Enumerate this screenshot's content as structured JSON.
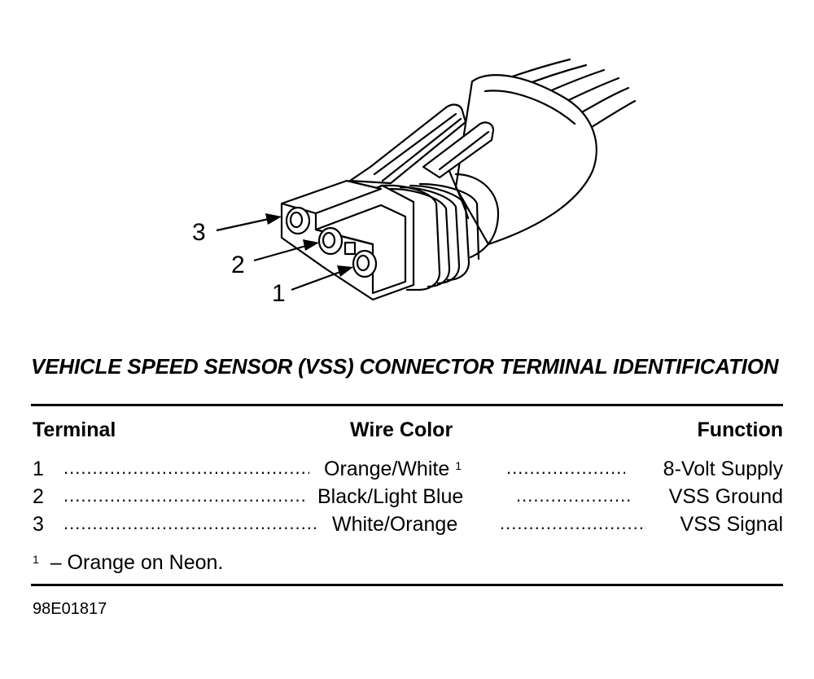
{
  "callouts": [
    "3",
    "2",
    "1"
  ],
  "title": "VEHICLE SPEED SENSOR (VSS) CONNECTOR TERMINAL IDENTIFICATION",
  "table": {
    "headers": {
      "terminal": "Terminal",
      "wire_color": "Wire Color",
      "function": "Function"
    },
    "rows": [
      {
        "terminal": "1",
        "wire_color": "Orange/White",
        "footnote": "1",
        "function": "8-Volt Supply"
      },
      {
        "terminal": "2",
        "wire_color": "Black/Light Blue",
        "footnote": "",
        "function": "VSS Ground"
      },
      {
        "terminal": "3",
        "wire_color": "White/Orange",
        "footnote": "",
        "function": "VSS Signal"
      }
    ]
  },
  "footnote": {
    "mark": "1",
    "text": "– Orange on Neon."
  },
  "figure_id": "98E01817"
}
